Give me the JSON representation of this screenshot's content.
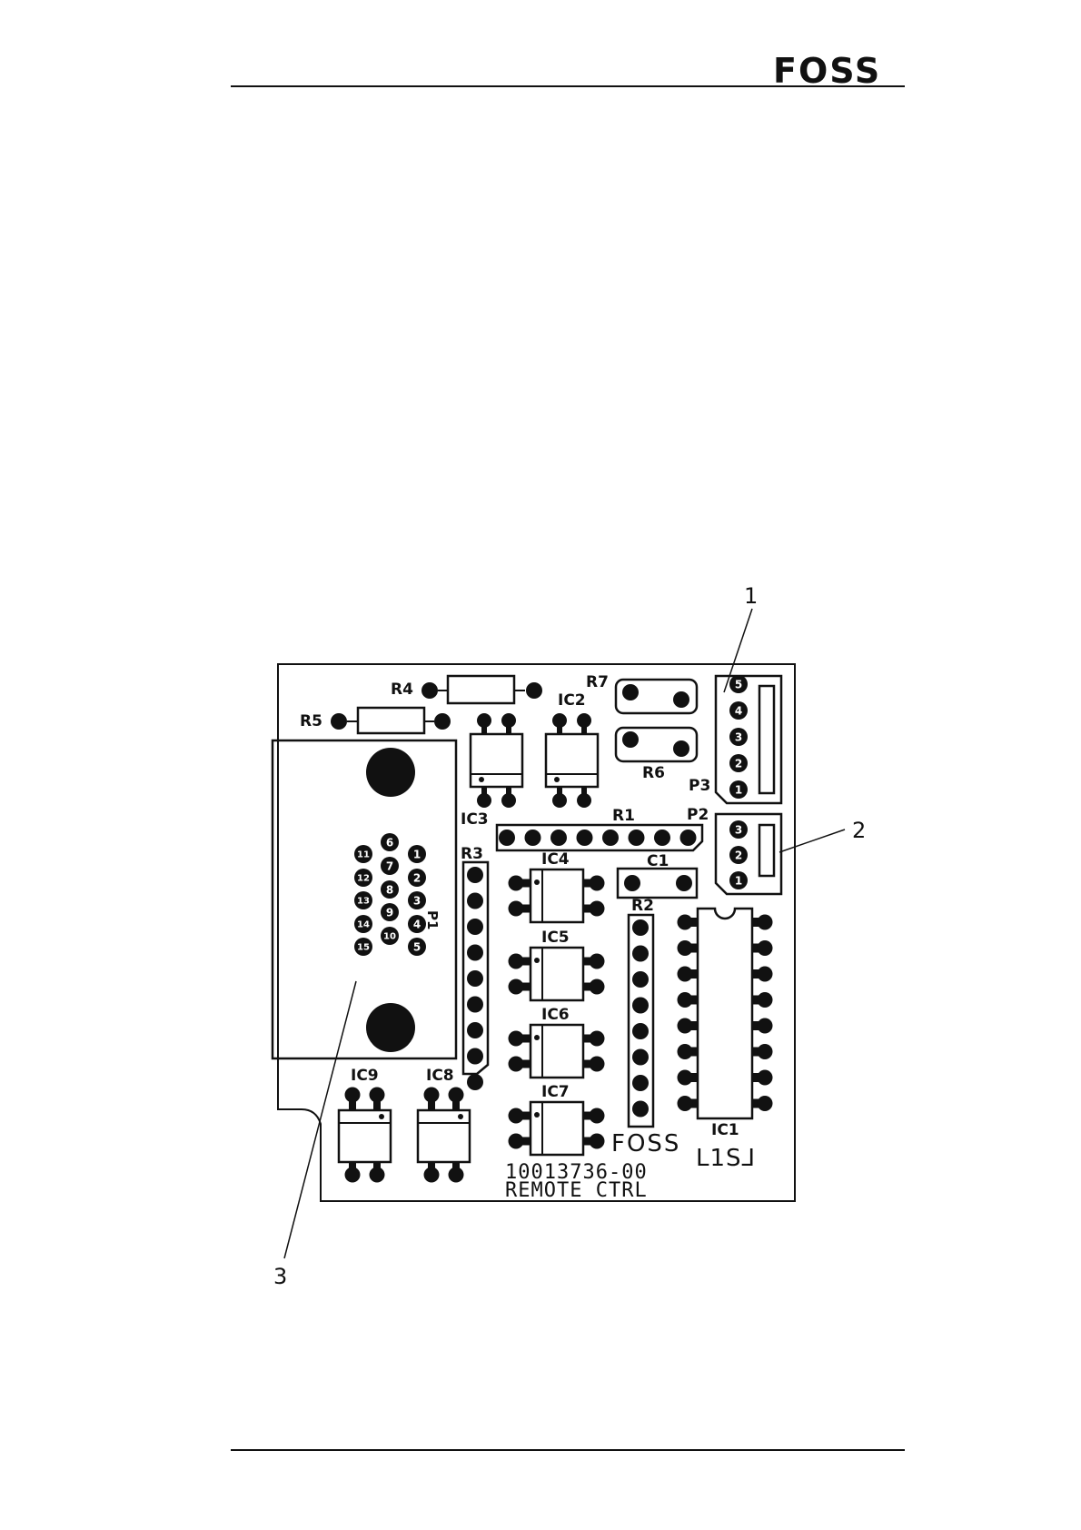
{
  "header": {
    "logo": "FOSS"
  },
  "callouts": [
    {
      "number": "1"
    },
    {
      "number": "2"
    },
    {
      "number": "3"
    }
  ],
  "board": {
    "part_number": "10013736-00",
    "board_name": "REMOTE CTRL",
    "silkscreen_logo": "FOSS",
    "mirror_mark": "L1S⅃",
    "components": {
      "R1": "R1",
      "R2": "R2",
      "R3": "R3",
      "R4": "R4",
      "R5": "R5",
      "R6": "R6",
      "R7": "R7",
      "C1": "C1",
      "IC1": "IC1",
      "IC2": "IC2",
      "IC3": "IC3",
      "IC4": "IC4",
      "IC5": "IC5",
      "IC6": "IC6",
      "IC7": "IC7",
      "IC8": "IC8",
      "IC9": "IC9",
      "P1": "P1",
      "P2": "P2",
      "P3": "P3"
    },
    "p3_pins": [
      "5",
      "4",
      "3",
      "2",
      "1"
    ],
    "p2_pins": [
      "3",
      "2",
      "1"
    ],
    "dsub_pins": [
      "1",
      "2",
      "3",
      "4",
      "5",
      "6",
      "7",
      "8",
      "9",
      "10",
      "11",
      "12",
      "13",
      "14",
      "15"
    ]
  }
}
